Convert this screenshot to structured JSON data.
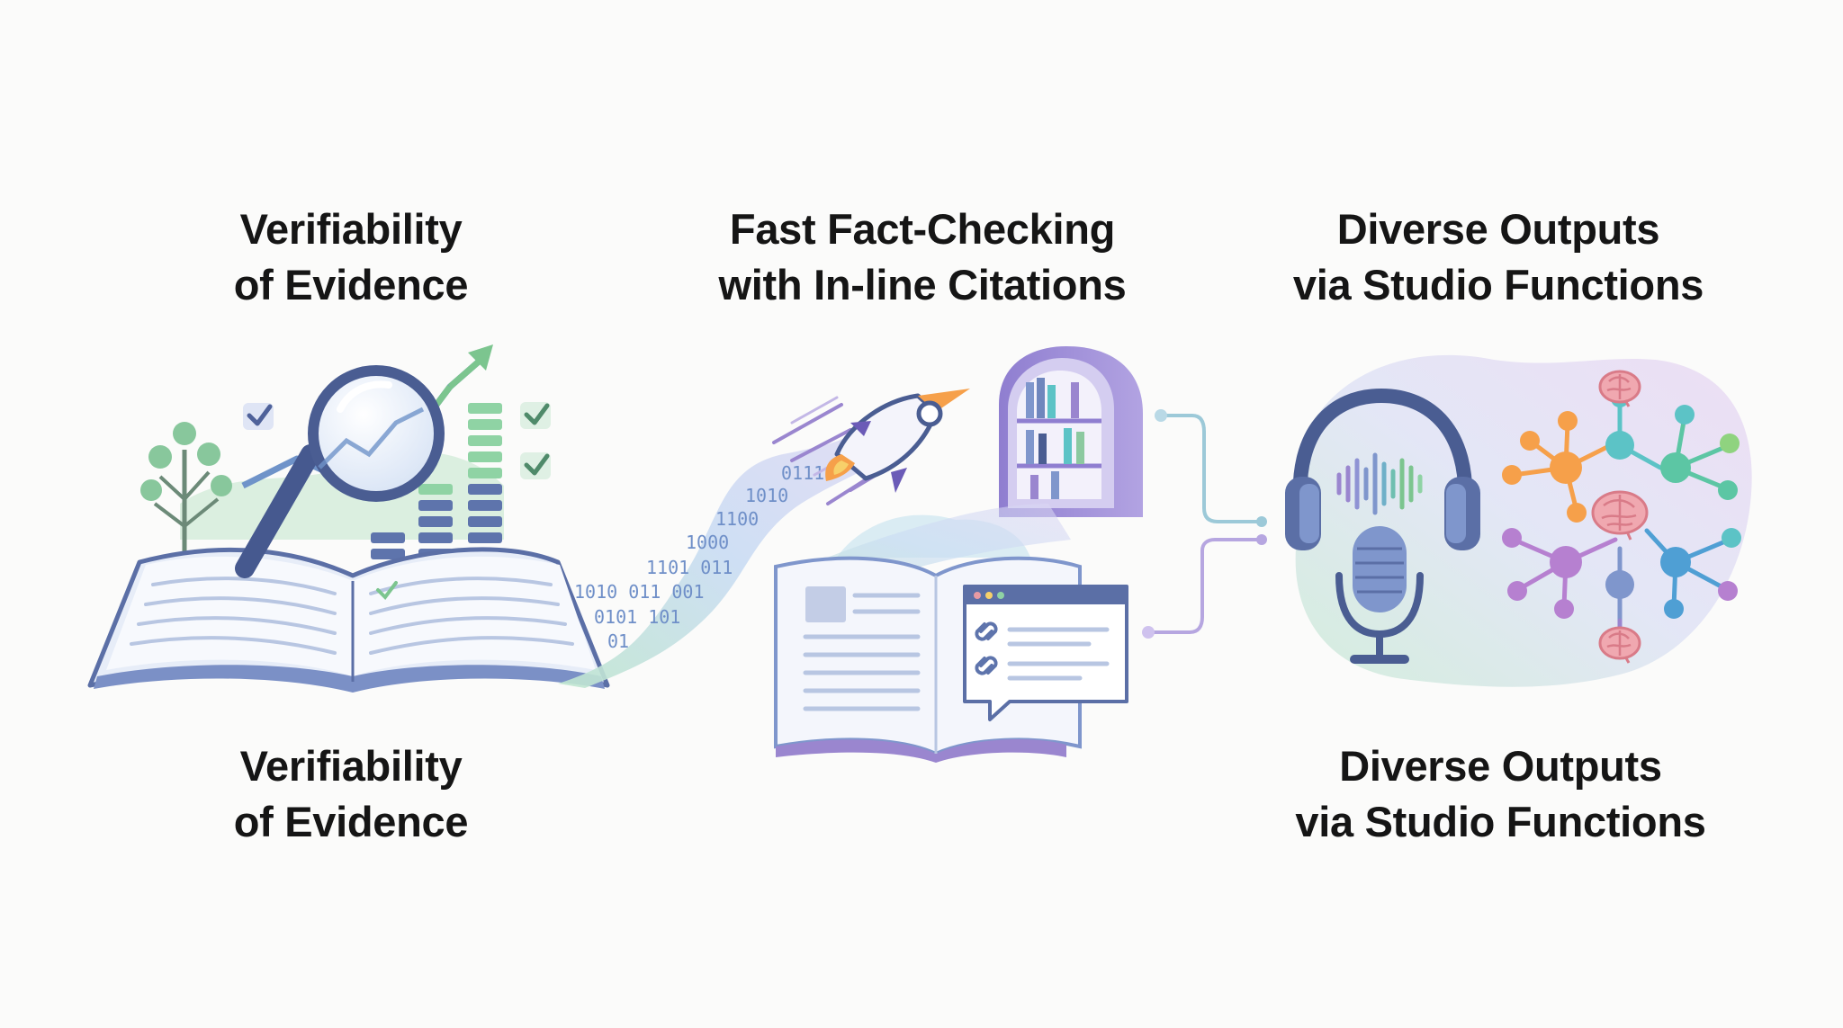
{
  "headings": {
    "top_left": {
      "line1": "Verifiability",
      "line2": "of Evidence"
    },
    "top_center": {
      "line1": "Fast Fact-Checking",
      "line2": "with In-line Citations"
    },
    "top_right": {
      "line1": "Diverse Outputs",
      "line2": "via Studio Functions"
    },
    "bottom_left": {
      "line1": "Verifiability",
      "line2": "of Evidence"
    },
    "bottom_right": {
      "line1": "Diverse Outputs",
      "line2": "via Studio Functions"
    }
  },
  "binary_stream": {
    "lines": [
      "0111",
      "1010",
      "1100",
      "1000",
      "1101 011",
      "1010   011 001",
      "0101  101",
      "01"
    ]
  },
  "icons": [
    "open-book-icon",
    "magnifying-glass-icon",
    "trend-arrow-icon",
    "bar-chart-icon",
    "tree-icon",
    "checkmark-icon",
    "rocket-icon",
    "bookshelf-arch-icon",
    "citation-window-icon",
    "link-icon",
    "headphones-icon",
    "microphone-icon",
    "sound-wave-icon",
    "brain-icon",
    "network-graph-icon"
  ],
  "colors": {
    "navy": "#4a5d92",
    "blue": "#7f96cc",
    "light_blue": "#c8d6ee",
    "green": "#8cc9a0",
    "purple": "#9a86cf",
    "orange": "#f6a04a",
    "teal": "#5cc3c6",
    "pink": "#e79aa3"
  }
}
